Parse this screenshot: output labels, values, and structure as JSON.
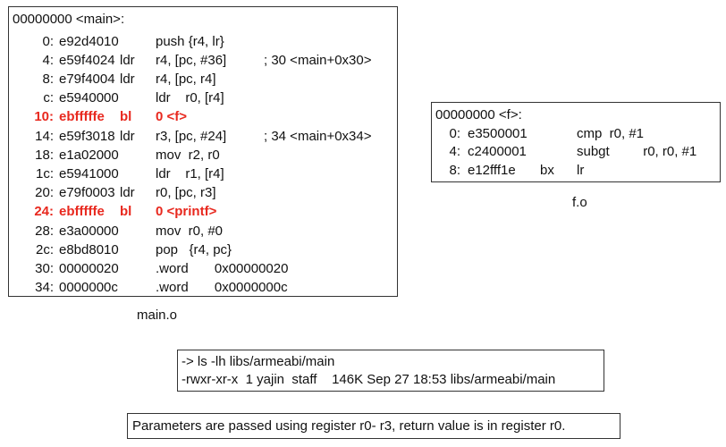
{
  "main_listing": {
    "header": "00000000 <main>:",
    "rows": [
      {
        "addr": "0:",
        "hex": "e92d4010",
        "mnem": "",
        "ops": "push {r4, lr}",
        "comment": "",
        "highlight": false
      },
      {
        "addr": "4:",
        "hex": "e59f4024",
        "mnem": "ldr",
        "ops": "r4, [pc, #36]",
        "comment": "; 30 <main+0x30>",
        "highlight": false
      },
      {
        "addr": "8:",
        "hex": "e79f4004",
        "mnem": "ldr",
        "ops": "r4, [pc, r4]",
        "comment": "",
        "highlight": false
      },
      {
        "addr": "c:",
        "hex": "e5940000",
        "mnem": "",
        "ops": "ldr    r0, [r4]",
        "comment": "",
        "highlight": false
      },
      {
        "addr": "10:",
        "hex": "ebfffffe",
        "mnem": "bl",
        "ops": "0 <f>",
        "comment": "",
        "highlight": true
      },
      {
        "addr": "14:",
        "hex": "e59f3018",
        "mnem": "ldr",
        "ops": "r3, [pc, #24]",
        "comment": "; 34 <main+0x34>",
        "highlight": false
      },
      {
        "addr": "18:",
        "hex": "e1a02000",
        "mnem": "",
        "ops": "mov  r2, r0",
        "comment": "",
        "highlight": false
      },
      {
        "addr": "1c:",
        "hex": "e5941000",
        "mnem": "",
        "ops": "ldr    r1, [r4]",
        "comment": "",
        "highlight": false
      },
      {
        "addr": "20:",
        "hex": "e79f0003",
        "mnem": "ldr",
        "ops": "r0, [pc, r3]",
        "comment": "",
        "highlight": false
      },
      {
        "addr": "24:",
        "hex": "ebfffffe",
        "mnem": "bl",
        "ops": "0 <printf>",
        "comment": "",
        "highlight": true
      },
      {
        "addr": "28:",
        "hex": "e3a00000",
        "mnem": "",
        "ops": "mov  r0, #0",
        "comment": "",
        "highlight": false
      },
      {
        "addr": "2c:",
        "hex": "e8bd8010",
        "mnem": "",
        "ops": "pop   {r4, pc}",
        "comment": "",
        "highlight": false
      },
      {
        "addr": "30:",
        "hex": "00000020",
        "mnem": "",
        "ops": ".word       0x00000020",
        "comment": "",
        "highlight": false
      },
      {
        "addr": "34:",
        "hex": "0000000c",
        "mnem": "",
        "ops": ".word       0x0000000c",
        "comment": "",
        "highlight": false
      }
    ],
    "caption": "main.o"
  },
  "f_listing": {
    "header": "00000000 <f>:",
    "rows": [
      {
        "addr": "0:",
        "hex": "e3500001",
        "mnem": "",
        "ops": "cmp  r0, #1"
      },
      {
        "addr": "4:",
        "hex": "c2400001",
        "mnem": "",
        "ops": "subgt         r0, r0, #1"
      },
      {
        "addr": "8:",
        "hex": "e12fff1e",
        "mnem": "bx",
        "ops": "lr"
      }
    ],
    "caption": "f.o"
  },
  "terminal": {
    "command": "-> ls -lh libs/armeabi/main",
    "output": "-rwxr-xr-x  1 yajin  staff    146K Sep 27 18:53 libs/armeabi/main"
  },
  "note": "Parameters are passed using register r0- r3, return value is in register r0.",
  "colors": {
    "highlight": "#e8281e",
    "border": "#333333"
  }
}
